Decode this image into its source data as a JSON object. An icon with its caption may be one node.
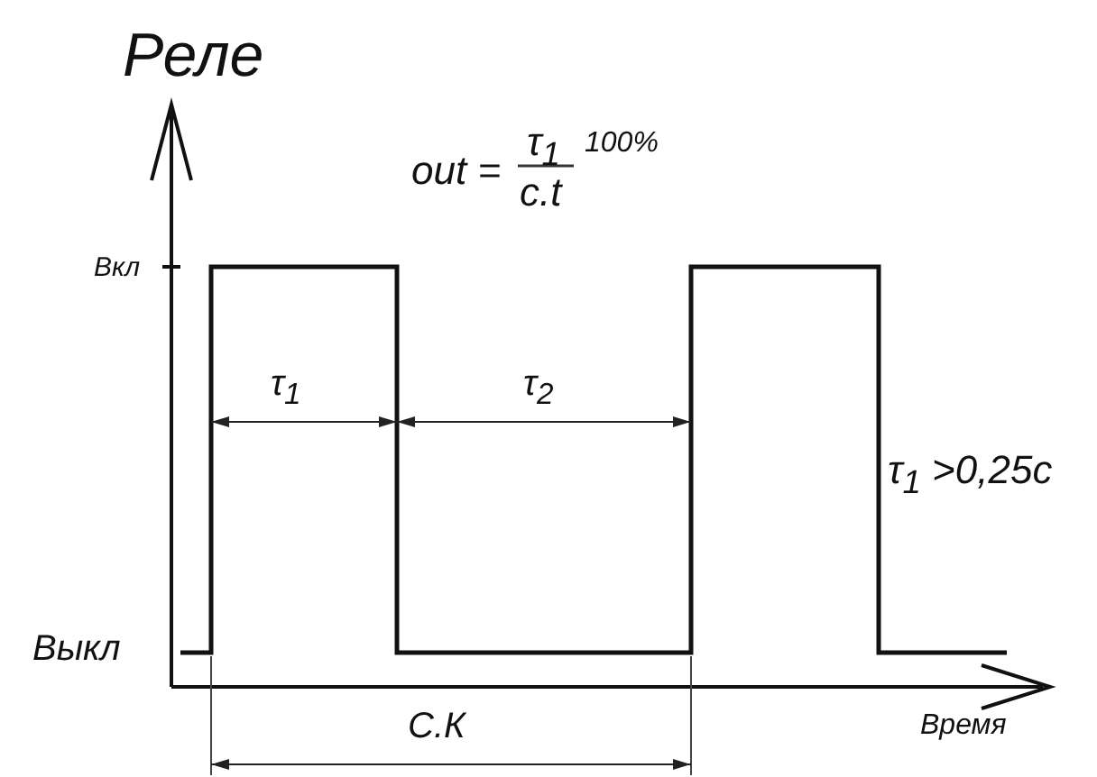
{
  "diagram": {
    "title": "Реле",
    "labels": [
      "out =",
      "τ$_{1}$",
      "c.t",
      "100%",
      "Вкл",
      "τ$_{1}$",
      "τ$_{2}$",
      "τ$_{1}$ >0,25с",
      "Выкл",
      "С.К",
      "Время"
    ]
  }
}
